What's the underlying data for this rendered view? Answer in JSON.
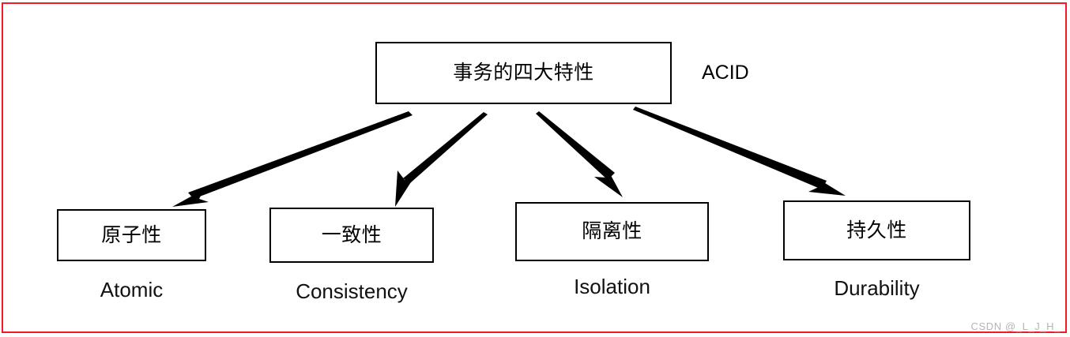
{
  "frame": {
    "border_color": "#ee1c25",
    "background": "#ffffff"
  },
  "diagram": {
    "type": "tree",
    "title_node": {
      "label": "事务的四大特性",
      "annotation": "ACID"
    },
    "edge_style": {
      "color": "#000000",
      "shape": "tapered-arrow",
      "count": 4
    },
    "children": [
      {
        "label": "原子性",
        "english": "Atomic"
      },
      {
        "label": "一致性",
        "english": "Consistency"
      },
      {
        "label": "隔离性",
        "english": "Isolation"
      },
      {
        "label": "持久性",
        "english": "Durability"
      }
    ]
  },
  "watermark": {
    "text": "CSDN @_L_J_H_"
  }
}
